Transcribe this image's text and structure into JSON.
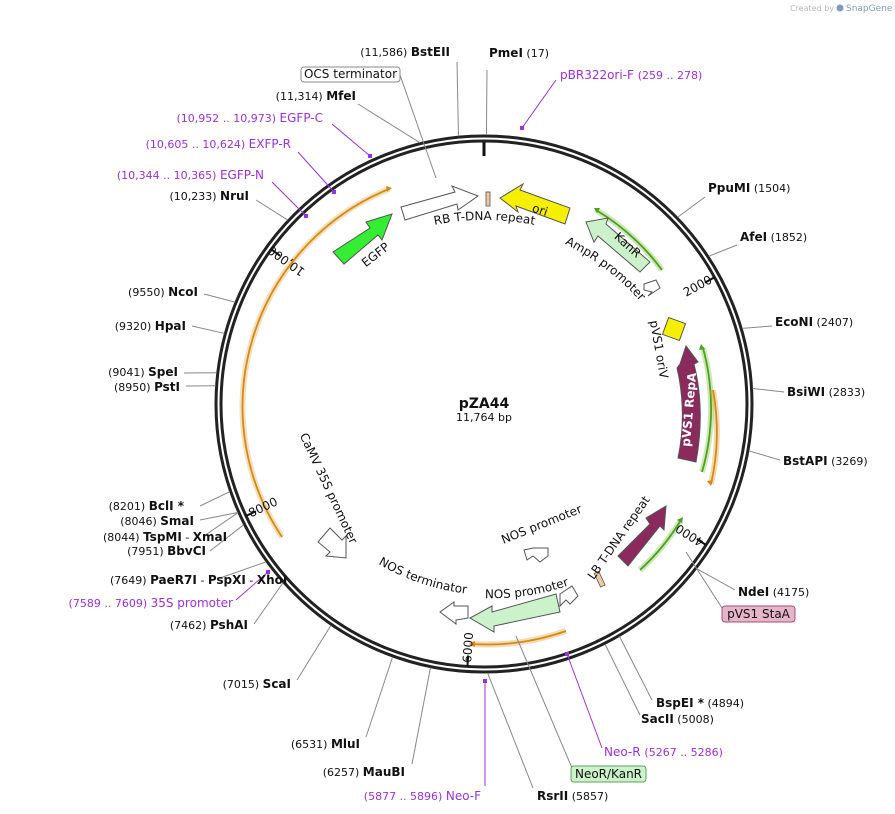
{
  "plasmid": {
    "name": "pZA44",
    "size_label": "11,764 bp",
    "length": 11764
  },
  "credit": {
    "created_by": "Created by",
    "brand": "SnapGene"
  },
  "colors": {
    "primer": "#9b30d9",
    "orange_annotation": "#e8a23a",
    "green_annotation": "#7ec84a",
    "egfp": "#33ee33",
    "ori": "#f5f000",
    "kanr": "#ccf2cc",
    "repa": "#8b2a5c",
    "white_feature": "#ffffff"
  },
  "tick_labels": [
    {
      "bp": 2000,
      "text": "2000"
    },
    {
      "bp": 4000,
      "text": "4000"
    },
    {
      "bp": 6000,
      "text": "6000"
    },
    {
      "bp": 8000,
      "text": "8000"
    },
    {
      "bp": 10000,
      "text": "10,000"
    }
  ],
  "enzymes": [
    {
      "name": "PmeI",
      "pos": "(17)",
      "bp": 17
    },
    {
      "name": "PpuMI",
      "pos": "(1504)",
      "bp": 1504
    },
    {
      "name": "AfeI",
      "pos": "(1852)",
      "bp": 1852
    },
    {
      "name": "EcoNI",
      "pos": "(2407)",
      "bp": 2407
    },
    {
      "name": "BsiWI",
      "pos": "(2833)",
      "bp": 2833
    },
    {
      "name": "BstAPI",
      "pos": "(3269)",
      "bp": 3269
    },
    {
      "name": "NdeI",
      "pos": "(4175)",
      "bp": 4175
    },
    {
      "name": "BspEI",
      "star": "*",
      "pos": "(4894)",
      "bp": 4894
    },
    {
      "name": "SacII",
      "pos": "(5008)",
      "bp": 5008
    },
    {
      "name": "RsrII",
      "pos": "(5857)",
      "bp": 5857
    },
    {
      "name": "MauBI",
      "pos": "(6257)",
      "bp": 6257
    },
    {
      "name": "MluI",
      "pos": "(6531)",
      "bp": 6531
    },
    {
      "name": "ScaI",
      "pos": "(7015)",
      "bp": 7015
    },
    {
      "name": "PshAI",
      "pos": "(7462)",
      "bp": 7462
    },
    {
      "name": "PaeR7I",
      "pos": "(7649)",
      "bp": 7649,
      "group": [
        "PaeR7I",
        "PspXI",
        "XhoI"
      ]
    },
    {
      "name": "BbvCI",
      "pos": "(7951)",
      "bp": 7951
    },
    {
      "name": "TspMI",
      "pos": "(8044)",
      "bp": 8044,
      "group": [
        "TspMI",
        "XmaI"
      ]
    },
    {
      "name": "SmaI",
      "pos": "(8046)",
      "bp": 8046
    },
    {
      "name": "BclI",
      "star": "*",
      "pos": "(8201)",
      "bp": 8201
    },
    {
      "name": "PstI",
      "pos": "(8950)",
      "bp": 8950
    },
    {
      "name": "SpeI",
      "pos": "(9041)",
      "bp": 9041
    },
    {
      "name": "HpaI",
      "pos": "(9320)",
      "bp": 9320
    },
    {
      "name": "NcoI",
      "pos": "(9550)",
      "bp": 9550
    },
    {
      "name": "NruI",
      "pos": "(10,233)",
      "bp": 10233
    },
    {
      "name": "MfeI",
      "pos": "(11,314)",
      "bp": 11314
    },
    {
      "name": "BstEII",
      "pos": "(11,586)",
      "bp": 11586
    }
  ],
  "primers": [
    {
      "name": "pBR322ori-F",
      "range": "(259 .. 278)",
      "bp": 268
    },
    {
      "name": "Neo-R",
      "range": "(5267 .. 5286)",
      "bp": 5276
    },
    {
      "name": "Neo-F",
      "range": "(5877 .. 5896)",
      "bp": 5886
    },
    {
      "name": "35S promoter",
      "range": "(7589 .. 7609)",
      "bp": 7599
    },
    {
      "name": "EGFP-N",
      "range": "(10,344 .. 10,365)",
      "bp": 10354
    },
    {
      "name": "EXFP-R",
      "range": "(10,605 .. 10,624)",
      "bp": 10614
    },
    {
      "name": "EGFP-C",
      "range": "(10,952 .. 10,973)",
      "bp": 10962
    }
  ],
  "boxed_labels": [
    {
      "text": "OCS terminator",
      "bp": 11450,
      "style": "white"
    },
    {
      "text": "pVS1 StaA",
      "bp": 4350,
      "style": "pink"
    },
    {
      "text": "NeoR/KanR",
      "bp": 5550,
      "style": "green"
    }
  ],
  "features": [
    {
      "name": "RB T-DNA repeat",
      "label": "RB T-DNA repeat"
    },
    {
      "name": "ori",
      "label": "ori"
    },
    {
      "name": "KanR",
      "label": "KanR"
    },
    {
      "name": "AmpR promoter",
      "label": "AmpR promoter"
    },
    {
      "name": "pVS1 oriV",
      "label": "pVS1 oriV"
    },
    {
      "name": "pVS1 RepA",
      "label": "pVS1 RepA"
    },
    {
      "name": "LB T-DNA repeat",
      "label": "LB T-DNA repeat"
    },
    {
      "name": "NOS promoter (upper)",
      "label": "NOS promoter"
    },
    {
      "name": "NOS promoter (lower)",
      "label": "NOS promoter"
    },
    {
      "name": "NOS terminator",
      "label": "NOS terminator"
    },
    {
      "name": "CaMV 35S promoter",
      "label": "CaMV 35S promoter"
    },
    {
      "name": "EGFP",
      "label": "EGFP"
    }
  ]
}
